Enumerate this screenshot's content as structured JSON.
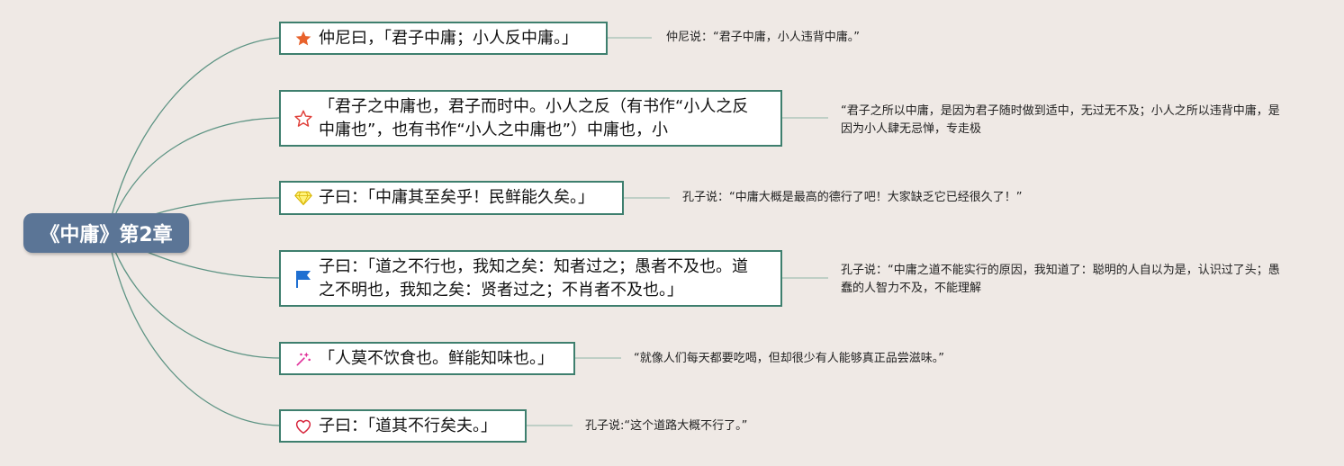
{
  "root": {
    "title": "《中庸》第2章"
  },
  "branches": [
    {
      "icon": "orange-star-icon",
      "text": "仲尼曰，「君子中庸；小人反中庸。」",
      "note": "仲尼说：“君子中庸，小人违背中庸。”"
    },
    {
      "icon": "red-outline-star-icon",
      "text": "「君子之中庸也，君子而时中。小人之反（有书作“小人之反中庸也”，也有书作“小人之中庸也”）中庸也，小",
      "note": "“君子之所以中庸，是因为君子随时做到适中，无过无不及；小人之所以违背中庸，是因为小人肆无忌惮，专走极"
    },
    {
      "icon": "diamond-icon",
      "text": "子曰：「中庸其至矣乎！民鲜能久矣。」",
      "note": "孔子说：“中庸大概是最高的德行了吧！大家缺乏它已经很久了！”"
    },
    {
      "icon": "blue-flag-icon",
      "text": "子曰：「道之不行也，我知之矣：知者过之；愚者不及也。道之不明也，我知之矣：贤者过之；不肖者不及也。」",
      "note": "孔子说：“中庸之道不能实行的原因，我知道了：聪明的人自以为是，认识过了头；愚蠢的人智力不及，不能理解"
    },
    {
      "icon": "sparkle-icon",
      "text": "「人莫不饮食也。鲜能知味也。」",
      "note": "“就像人们每天都要吃喝，但却很少有人能够真正品尝滋味。”"
    },
    {
      "icon": "heart-outline-icon",
      "text": "子曰：「道其不行矣夫。」",
      "note": "孔子说:“这个道路大概不行了。”"
    }
  ]
}
